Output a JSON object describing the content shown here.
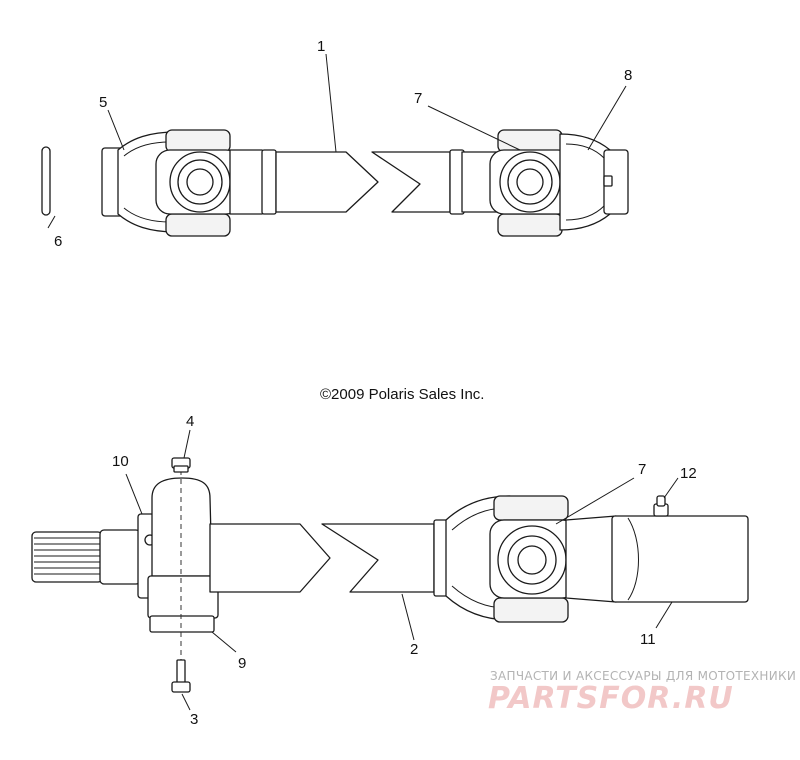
{
  "copyright": "©2009 Polaris Sales Inc.",
  "callouts": {
    "c1": "1",
    "c2": "2",
    "c3": "3",
    "c4": "4",
    "c5": "5",
    "c6": "6",
    "c7_top": "7",
    "c7_bottom": "7",
    "c8": "8",
    "c9": "9",
    "c10": "10",
    "c11": "11",
    "c12": "12"
  },
  "watermark": {
    "line1": "ЗАПЧАСТИ И АКСЕССУАРЫ ДЛЯ МОТОТЕХНИКИ",
    "line2": "PARTSFOR.RU"
  }
}
